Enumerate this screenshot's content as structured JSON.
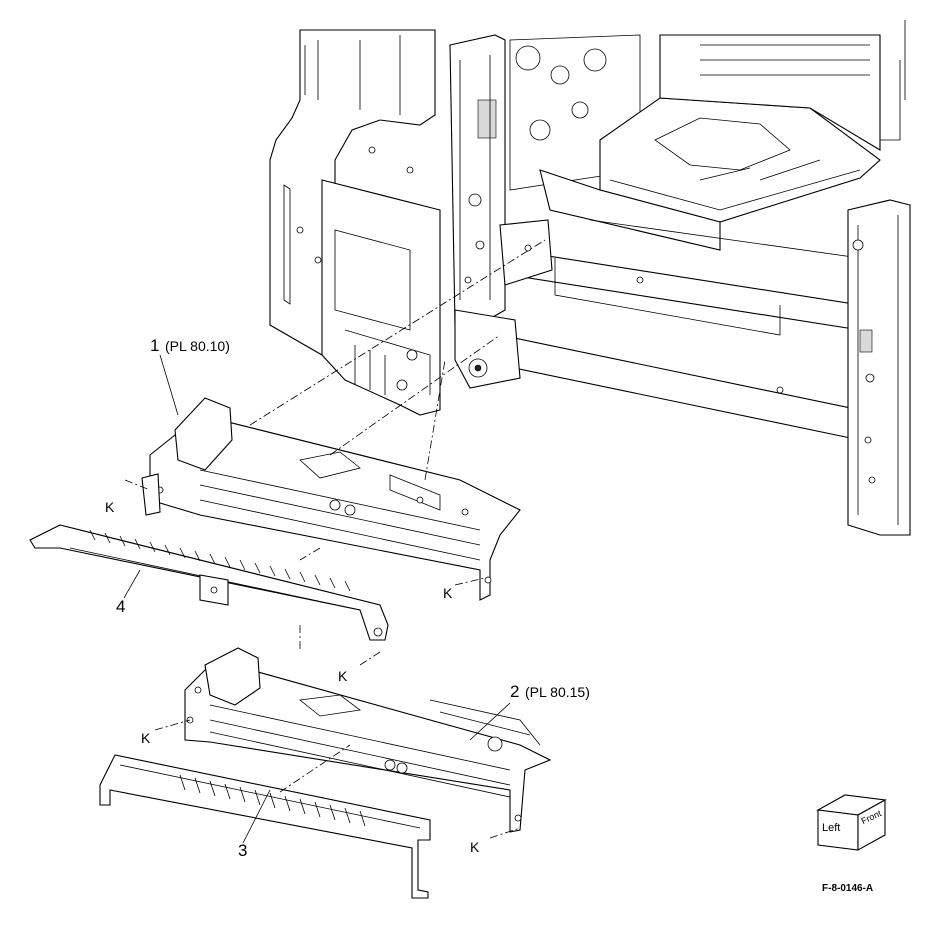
{
  "labels": {
    "part1_number": "1",
    "part1_ref": "(PL 80.10)",
    "part2_number": "2",
    "part2_ref": "(PL 80.15)",
    "part3_number": "3",
    "part4_number": "4",
    "screw_mark": "K"
  },
  "orientation_cube": {
    "left_face": "Left",
    "front_face": "Front"
  },
  "figure_id": "F-8-0146-A"
}
